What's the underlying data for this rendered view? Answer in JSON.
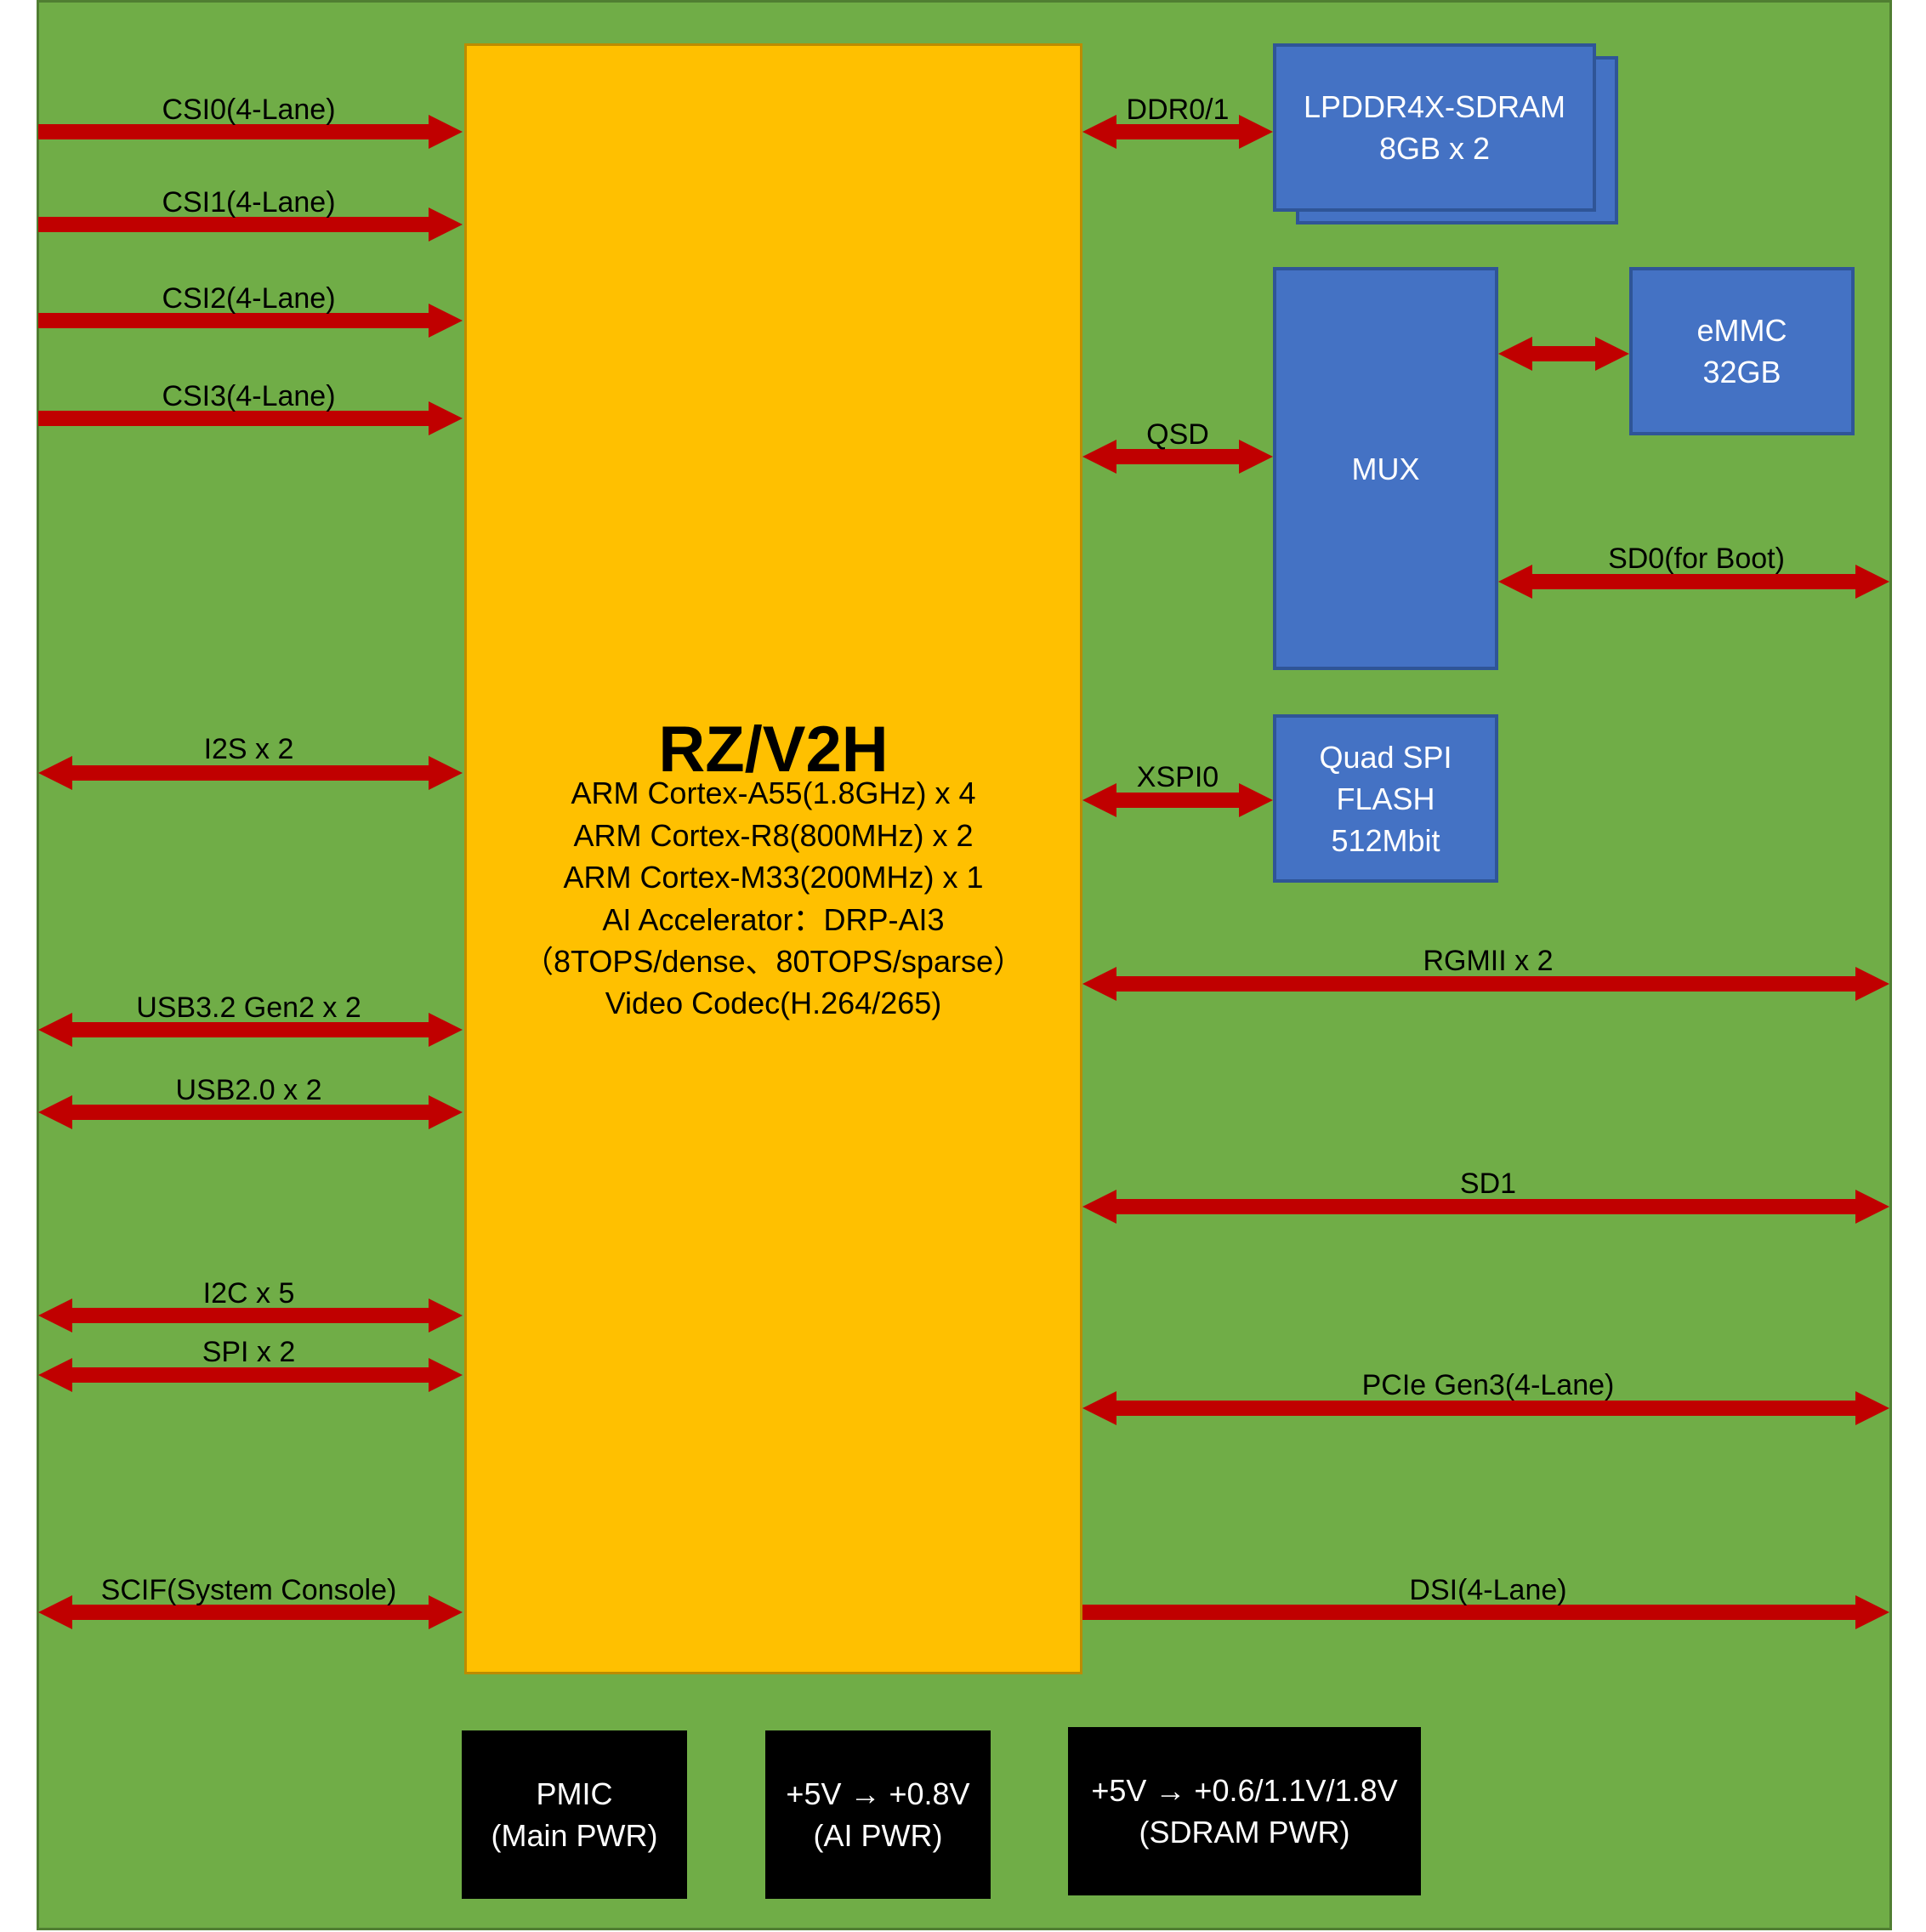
{
  "colors": {
    "board": "#70ad47",
    "soc": "#ffc000",
    "block": "#4472c4",
    "arrow": "#c00000",
    "power_block": "#000000"
  },
  "soc": {
    "title": "RZ/V2H",
    "lines": [
      "ARM Cortex-A55(1.8GHz) x 4",
      "ARM Cortex-R8(800MHz) x 2",
      "ARM Cortex-M33(200MHz) x 1",
      "AI Accelerator：DRP-AI3",
      "（8TOPS/dense、80TOPS/sparse）",
      "Video Codec(H.264/265)"
    ]
  },
  "left_interfaces": [
    {
      "label": "CSI0(4-Lane)",
      "direction": "in"
    },
    {
      "label": "CSI1(4-Lane)",
      "direction": "in"
    },
    {
      "label": "CSI2(4-Lane)",
      "direction": "in"
    },
    {
      "label": "CSI3(4-Lane)",
      "direction": "in"
    },
    {
      "label": "I2S x 2",
      "direction": "bidirectional"
    },
    {
      "label": "USB3.2 Gen2 x 2",
      "direction": "bidirectional"
    },
    {
      "label": "USB2.0 x  2",
      "direction": "bidirectional"
    },
    {
      "label": "I2C x 5",
      "direction": "bidirectional"
    },
    {
      "label": "SPI x 2",
      "direction": "bidirectional"
    },
    {
      "label": "SCIF(System Console)",
      "direction": "bidirectional"
    }
  ],
  "right_interfaces": [
    {
      "label": "DDR0/1",
      "target": "LPDDR4X-SDRAM",
      "direction": "bidirectional"
    },
    {
      "label": "QSD",
      "target": "MUX",
      "direction": "bidirectional"
    },
    {
      "label": "XSPI0",
      "target": "Quad SPI FLASH",
      "direction": "bidirectional"
    },
    {
      "label": "RGMII x 2",
      "direction": "bidirectional"
    },
    {
      "label": "SD1",
      "direction": "bidirectional"
    },
    {
      "label": "PCIe Gen3(4-Lane)",
      "direction": "bidirectional"
    },
    {
      "label": "DSI(4-Lane)",
      "direction": "out"
    }
  ],
  "mux_links": [
    {
      "label": "",
      "target": "eMMC",
      "direction": "bidirectional"
    },
    {
      "label": "SD0(for Boot)",
      "direction": "bidirectional"
    }
  ],
  "blocks": {
    "lpddr": {
      "line1": "LPDDR4X-SDRAM",
      "line2": "8GB x 2"
    },
    "mux": {
      "line1": "MUX"
    },
    "emmc": {
      "line1": "eMMC",
      "line2": "32GB"
    },
    "qspi": {
      "line1": "Quad SPI",
      "line2": "FLASH",
      "line3": "512Mbit"
    }
  },
  "power": [
    {
      "line1": "PMIC",
      "line2": "(Main PWR)"
    },
    {
      "line1": "+5V → +0.8V",
      "line2": "(AI PWR)"
    },
    {
      "line1": "+5V → +0.6/1.1V/1.8V",
      "line2": "(SDRAM PWR)"
    }
  ]
}
